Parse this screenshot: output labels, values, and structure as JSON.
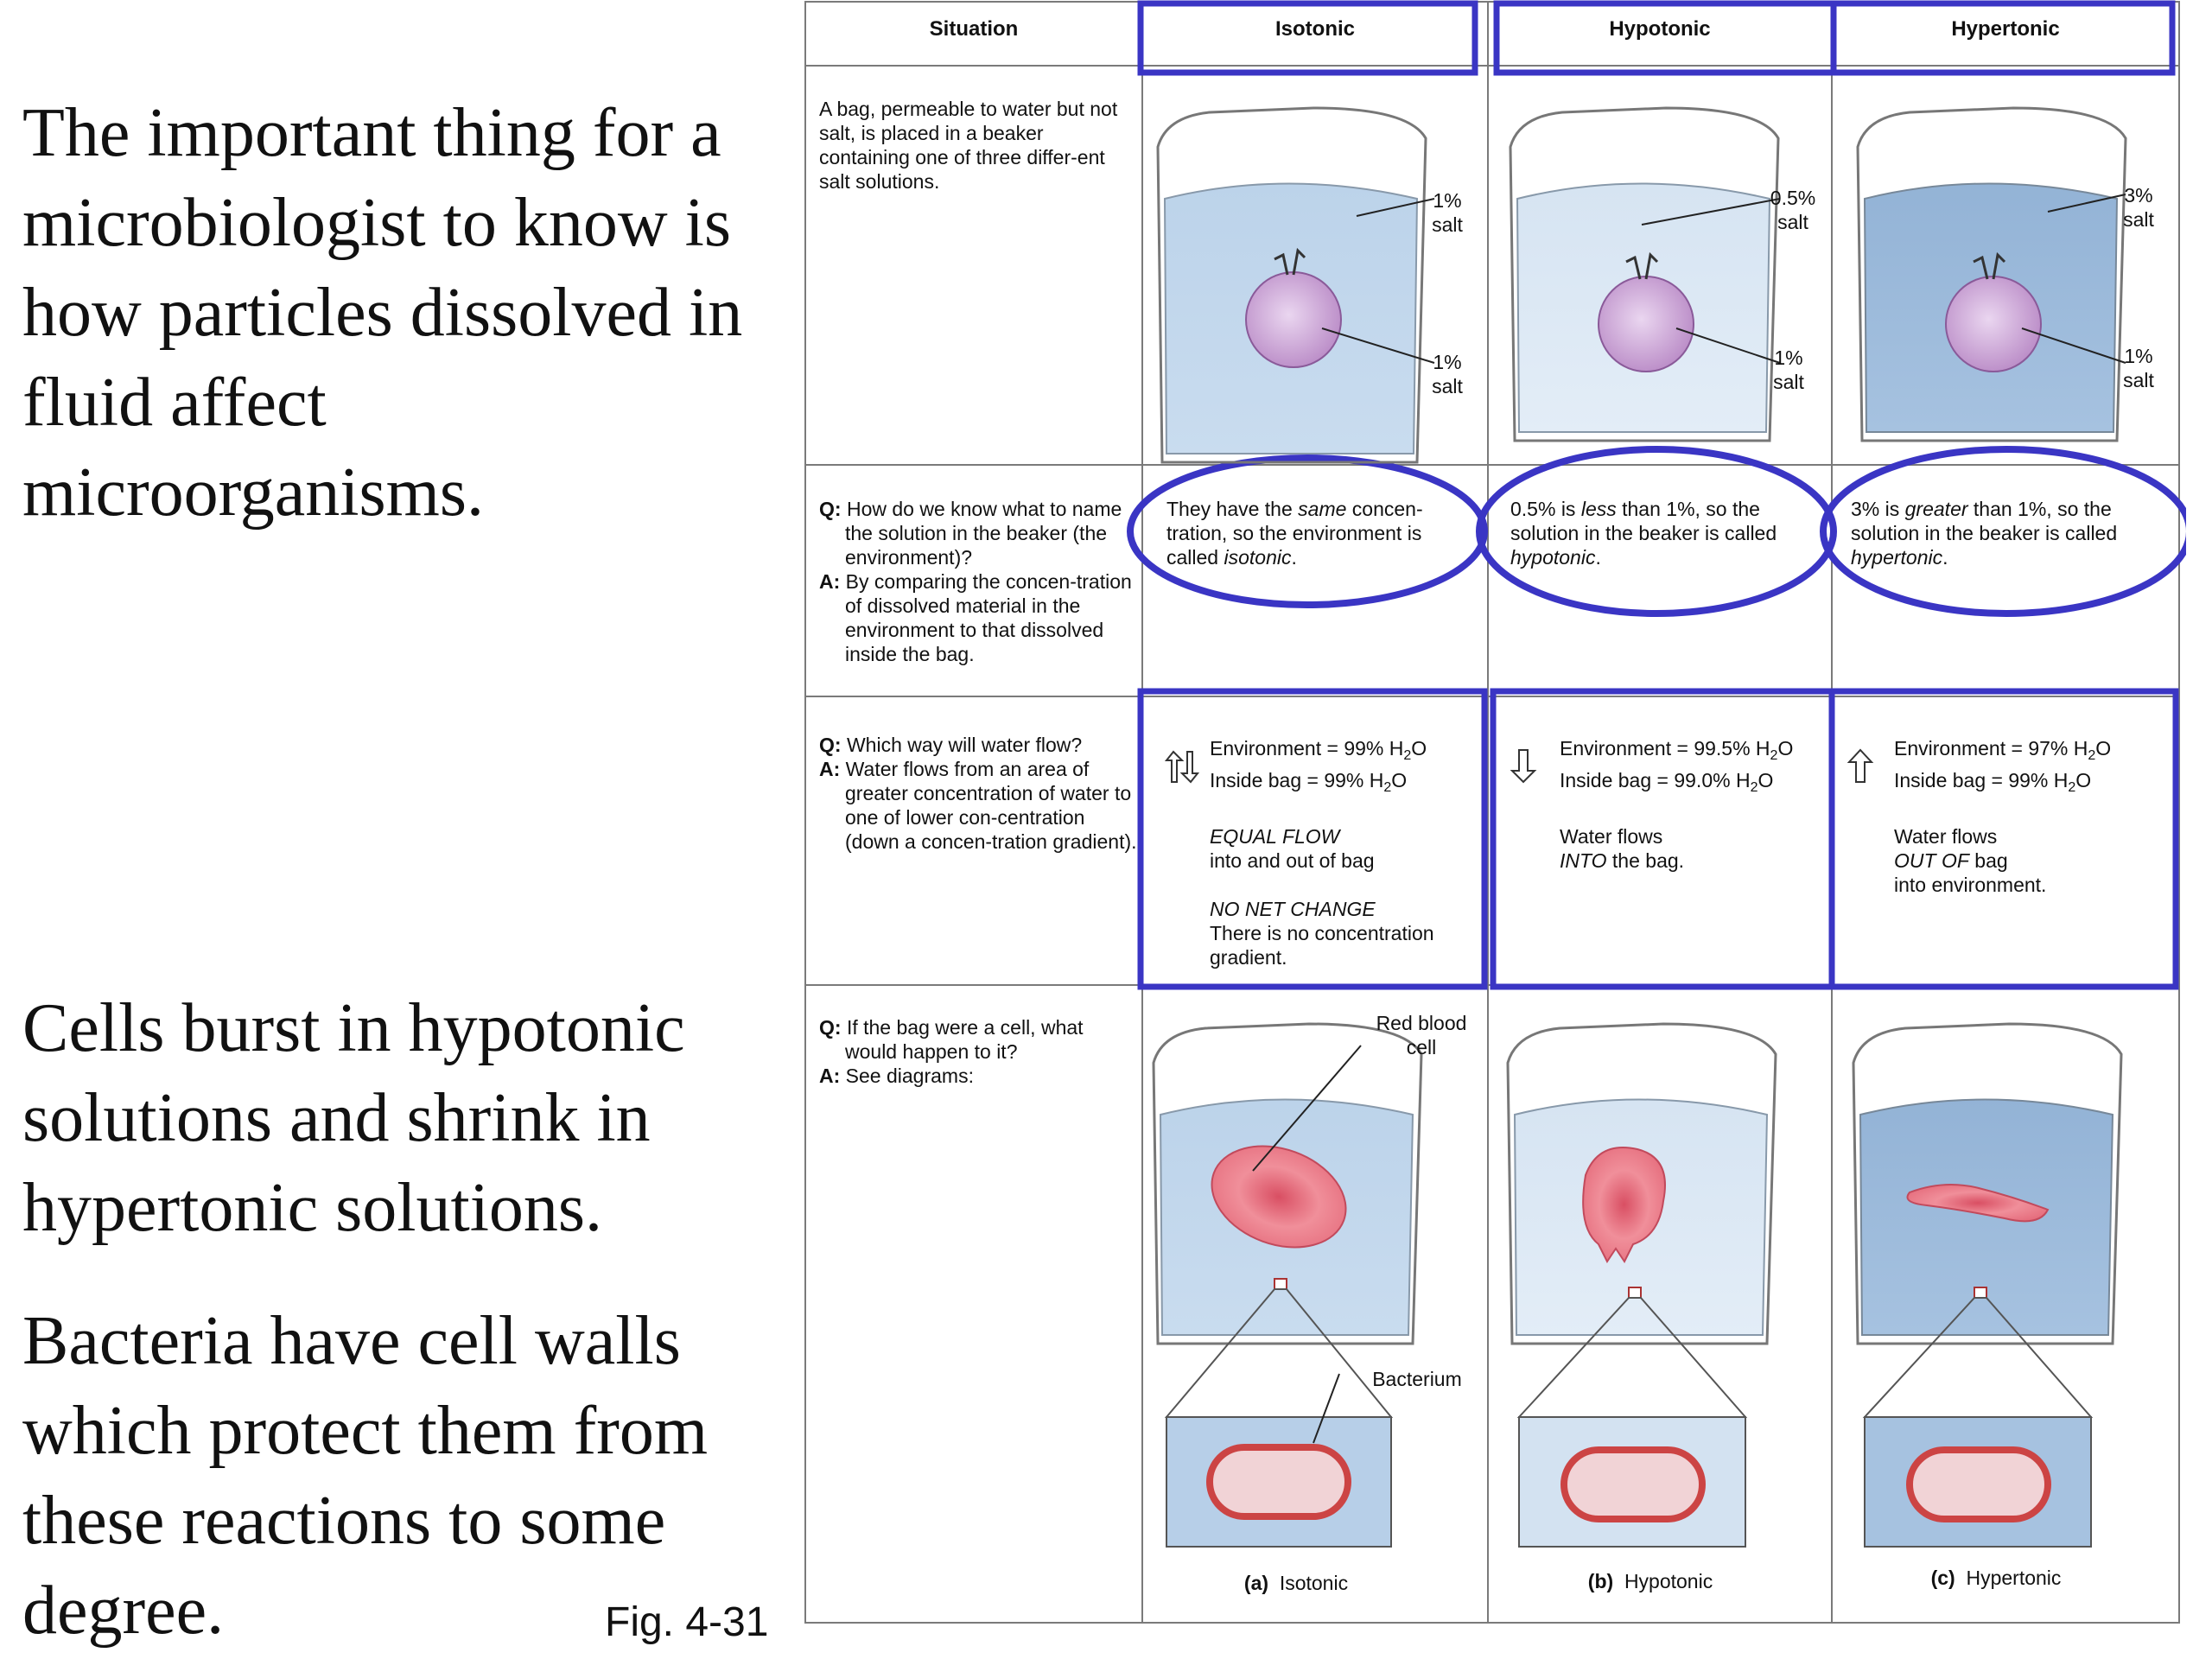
{
  "slide": {
    "intro": "The important thing for a microbiologist to know is how particles dissolved in fluid affect microorganisms.",
    "burst": "Cells burst in hypotonic solutions and shrink in hypertonic solutions.",
    "bacteria": "Bacteria have cell walls which protect them from these reactions to some degree.",
    "fig_label": "Fig. 4-31"
  },
  "table": {
    "headers": [
      "Situation",
      "Isotonic",
      "Hypotonic",
      "Hypertonic"
    ],
    "row1": {
      "situation": "A bag, permeable to water but not salt, is placed in a beaker containing one of three differ-ent salt solutions.",
      "beakers": [
        {
          "outside": "1%",
          "inside": "1%"
        },
        {
          "outside": "0.5%",
          "inside": "1%"
        },
        {
          "outside": "3%",
          "inside": "1%"
        }
      ],
      "salt": "salt"
    },
    "row2": {
      "q": "How do we know what to name the solution in the beaker (the environment)?",
      "a": "By comparing the concen-tration of dissolved material in the environment to that dissolved inside the bag.",
      "iso": {
        "pre": "They have the ",
        "em": "same",
        "mid": " concen-tration, so the environment is called ",
        "em2": "isotonic",
        "post": "."
      },
      "hypo": {
        "pre": "0.5% is ",
        "em": "less",
        "mid": " than 1%, so the solution in the beaker is called ",
        "em2": "hypotonic",
        "post": "."
      },
      "hyper": {
        "pre": "3% is ",
        "em": "greater",
        "mid": " than 1%, so the solution in the beaker is called ",
        "em2": "hypertonic",
        "post": "."
      }
    },
    "row3": {
      "q": "Which way will water flow?",
      "a": "Water flows from an area of greater concentration of water to one of lower con-centration (down a concen-tration gradient).",
      "iso": {
        "env": "Environment = 99% H",
        "bag": "Inside bag = 99% H",
        "flow_em": "EQUAL FLOW",
        "flow": "into and out of bag",
        "net_em": "NO NET CHANGE",
        "net": "There is no concentration gradient."
      },
      "hypo": {
        "env": "Environment = 99.5% H",
        "bag": "Inside bag = 99.0% H",
        "flow1": "Water flows",
        "flow_em": "INTO",
        "flow2": " the bag."
      },
      "hyper": {
        "env": "Environment = 97% H",
        "bag": "Inside bag = 99% H",
        "flow1": "Water flows",
        "flow_em": "OUT OF",
        "flow2": " bag",
        "flow3": "into environment."
      },
      "h2o_sub": "2",
      "h2o_o": "O"
    },
    "row4": {
      "q": "If the bag were a cell, what would happen to it?",
      "a": "See diagrams:",
      "rbc_label": "Red blood cell",
      "bact_label": "Bacterium",
      "captions": [
        {
          "letter": "(a)",
          "name": "Isotonic"
        },
        {
          "letter": "(b)",
          "name": "Hypotonic"
        },
        {
          "letter": "(c)",
          "name": "Hypertonic"
        }
      ]
    },
    "qa_q": "Q:",
    "qa_a": "A:",
    "colors": {
      "highlight": "#3a35c4",
      "water": "#a9c6e4",
      "bag": "#c79ad2",
      "rbc": "#e87d8b",
      "grid": "#7a7a7a"
    }
  }
}
